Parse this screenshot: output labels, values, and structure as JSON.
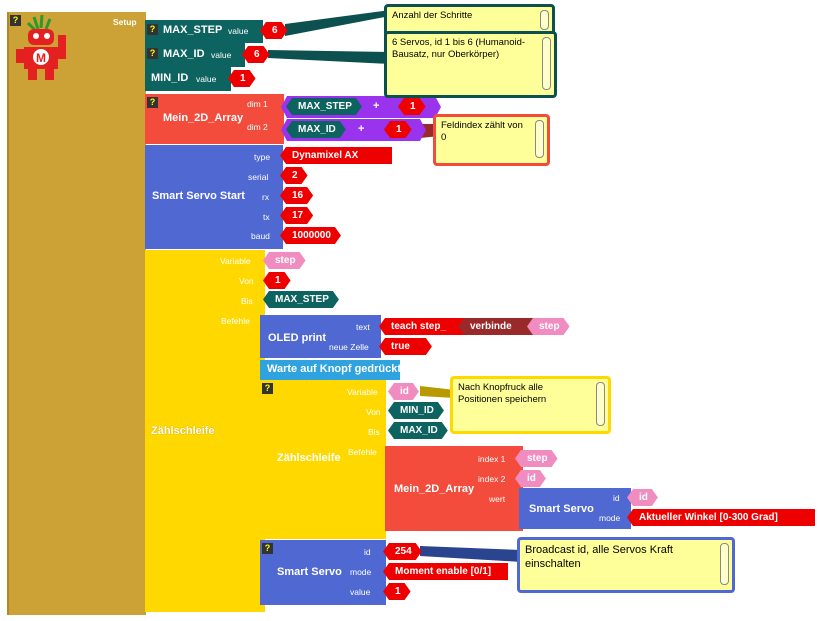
{
  "setup": {
    "title": "Setup",
    "help": "?"
  },
  "vars": [
    {
      "name": "MAX_STEP",
      "label": "value",
      "value": "6"
    },
    {
      "name": "MAX_ID",
      "label": "value",
      "value": "6"
    },
    {
      "name": "MIN_ID",
      "label": "value",
      "value": "1"
    }
  ],
  "array": {
    "name": "Mein_2D_Array",
    "dim1_label": "dim 1",
    "dim2_label": "dim 2",
    "dim1_var": "MAX_STEP",
    "dim2_var": "MAX_ID",
    "op": "+",
    "dim1_add": "1",
    "dim2_add": "1"
  },
  "servo_start": {
    "title": "Smart Servo Start",
    "type_label": "type",
    "type": "Dynamixel AX",
    "serial_label": "serial",
    "serial": "2",
    "rx_label": "rx",
    "rx": "16",
    "tx_label": "tx",
    "tx": "17",
    "baud_label": "baud",
    "baud": "1000000"
  },
  "loop": {
    "title": "Zählschleife",
    "var_label": "Variable",
    "var": "step",
    "from_label": "Von",
    "from": "1",
    "to_label": "Bis",
    "to": "MAX_STEP",
    "cmd_label": "Befehle"
  },
  "oled": {
    "title": "OLED print",
    "text_label": "text",
    "text": "teach step_",
    "join": "verbinde",
    "join_var": "step",
    "newline_label": "neue Zelle",
    "newline": "true"
  },
  "wait": {
    "title": "Warte auf Knopf gedrückt"
  },
  "inner_loop": {
    "title": "Zählschleife",
    "var_label": "Variable",
    "var": "id",
    "from_label": "Von",
    "from": "MIN_ID",
    "to_label": "Bis",
    "to": "MAX_ID",
    "cmd_label": "Befehle"
  },
  "set_array": {
    "name": "Mein_2D_Array",
    "index1_label": "index 1",
    "index1": "step",
    "index2_label": "index 2",
    "index2": "id",
    "value_label": "wert"
  },
  "servo_read": {
    "title": "Smart Servo",
    "id_label": "id",
    "id": "id",
    "mode_label": "mode",
    "mode": "Aktueller Winkel [0-300 Grad]"
  },
  "servo_write": {
    "title": "Smart Servo",
    "id_label": "id",
    "id": "254",
    "mode_label": "mode",
    "mode": "Moment enable [0/1]",
    "value_label": "value",
    "value": "1"
  },
  "comments": {
    "steps": "Anzahl der Schritte",
    "servos": "6 Servos, id 1 bis 6 (Humanoid-Bausatz, nur Oberkörper)",
    "index": "Feldindex zählt von 0",
    "button": "Nach Knopfruck alle Positionen speichern",
    "broadcast": "Broadcast id, alle Servos Kraft einschalten"
  },
  "colors": {
    "setup": "#cca236",
    "var": "#0d6360",
    "array": "#f44c3c",
    "servo": "#4f68d2",
    "loop": "#ffd800",
    "math": "#9933ee",
    "wait": "#2ea3e0"
  }
}
